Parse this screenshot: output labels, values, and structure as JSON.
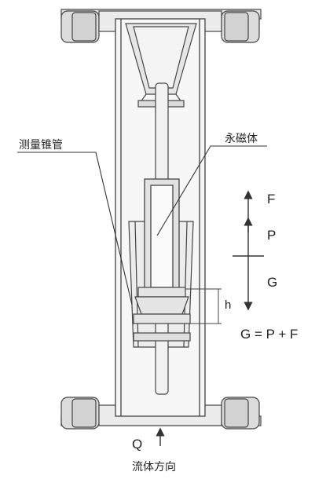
{
  "labels": {
    "taper_tube": "测量锥管",
    "magnet": "永磁体",
    "force_f": "F",
    "force_p": "P",
    "force_g": "G",
    "height_h": "h",
    "equation": "G = P + F",
    "flow_q": "Q",
    "flow_direction": "流体方向"
  },
  "colors": {
    "stroke": "#444444",
    "fill_body": "#e9e9e9",
    "fill_flange": "#dcdcdc",
    "fill_float": "#f4f4f4",
    "text": "#222222"
  }
}
